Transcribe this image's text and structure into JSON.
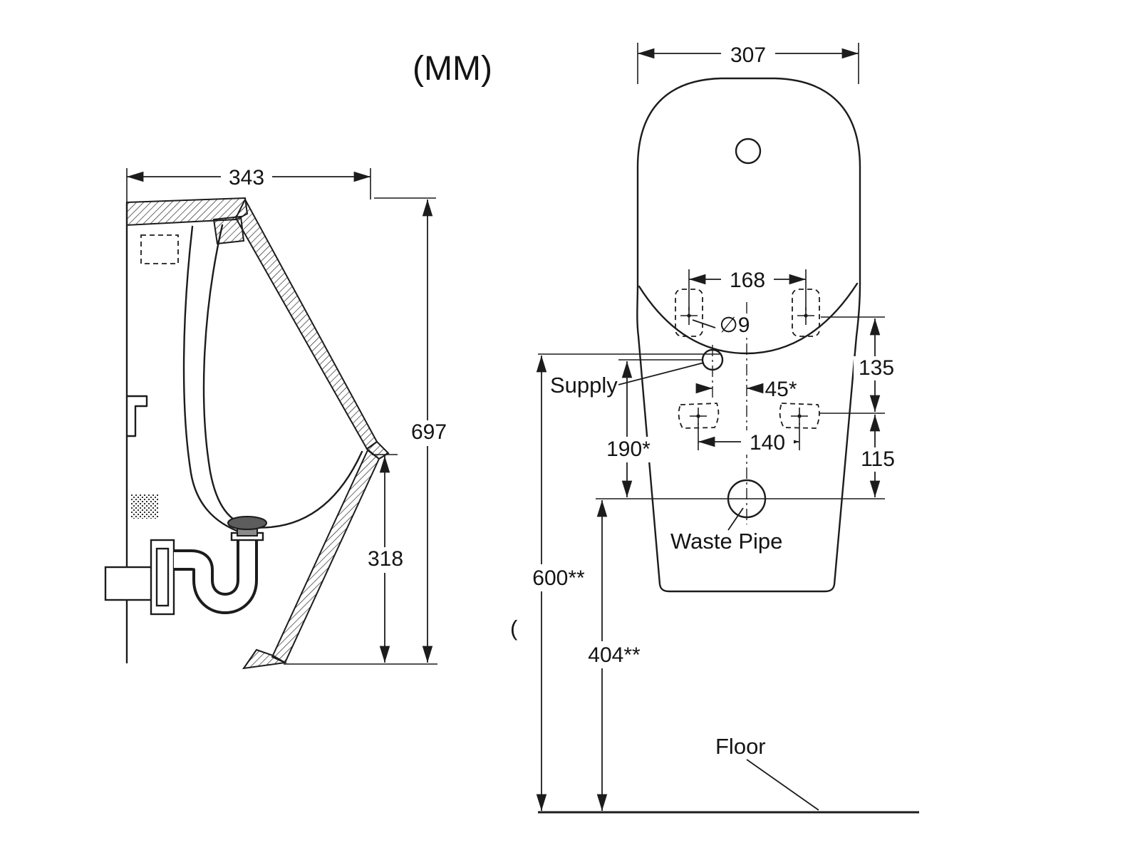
{
  "title": {
    "units": "(MM)"
  },
  "side_view": {
    "dims": {
      "width": "343",
      "height": "697",
      "lower_height": "318"
    }
  },
  "front_view": {
    "dims": {
      "width": "307",
      "top_hole_spacing": "168",
      "hole_diameter": "∅9",
      "hole_to_supply": "135",
      "supply_offset": "45*",
      "supply_to_waste": "190*",
      "lower_hole_spacing": "140",
      "hole_to_waste": "115",
      "supply_height": "600**",
      "waste_height": "404**"
    },
    "labels": {
      "supply": "Supply",
      "waste_pipe": "Waste Pipe",
      "floor": "Floor",
      "stray": "("
    }
  }
}
